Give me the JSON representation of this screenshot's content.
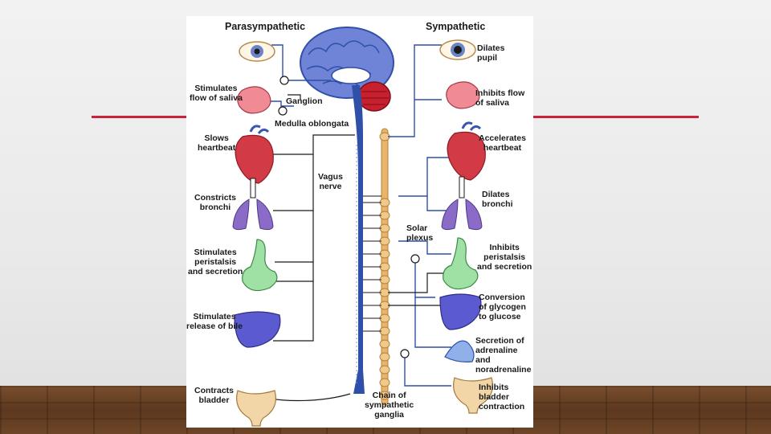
{
  "theme": {
    "accent": "#c7243a",
    "nerve_blue": "#2f4fa8",
    "sympathetic_chain": "#e8b56a"
  },
  "headers": {
    "left": "Parasympathetic",
    "right": "Sympathetic"
  },
  "parasympathetic": [
    "Stimulates\nflow of saliva",
    "Slows\nheartbeat",
    "Constricts\nbronchi",
    "Stimulates\nperistalsis\nand secretion",
    "Stimulates\nrelease of bile",
    "Contracts\nbladder"
  ],
  "sympathetic": [
    "Dilates\npupil",
    "Inhibits flow\nof saliva",
    "Accelerates\nheartbeat",
    "Dilates\nbronchi",
    "Inhibits\nperistalsis\nand secretion",
    "Conversion\nof glycogen\nto glucose",
    "Secretion of\nadrenaline and\nnoradrenaline",
    "Inhibits\nbladder\ncontraction"
  ],
  "annotations": {
    "ganglion": "Ganglion",
    "medulla": "Medulla oblongata",
    "vagus": "Vagus\nnerve",
    "solar": "Solar\nplexus",
    "chain": "Chain of\nsympathetic\nganglia"
  }
}
